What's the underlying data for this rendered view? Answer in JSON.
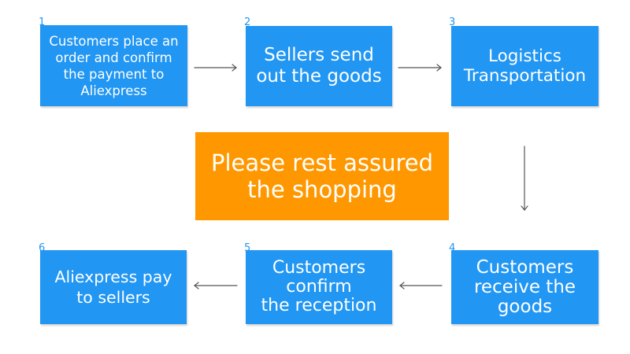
{
  "colors": {
    "step_box": "#2196f3",
    "center_box": "#ff9800",
    "arrow": "#555555",
    "text": "#ffffff"
  },
  "steps": [
    {
      "number": "1",
      "text": "Customers place an\norder and confirm\nthe payment to\nAliexpress"
    },
    {
      "number": "2",
      "text": "Sellers send\nout the goods"
    },
    {
      "number": "3",
      "text": "Logistics\nTransportation"
    },
    {
      "number": "4",
      "text": "Customers\nreceive the\ngoods"
    },
    {
      "number": "5",
      "text": "Customers\nconfirm\nthe reception"
    },
    {
      "number": "6",
      "text": "Aliexpress pay\nto sellers"
    }
  ],
  "center": {
    "text": "Please rest assured\nthe shopping"
  },
  "arrow_icons": [
    "arrow-right-icon",
    "arrow-right-icon",
    "arrow-down-icon",
    "arrow-left-icon",
    "arrow-left-icon"
  ]
}
